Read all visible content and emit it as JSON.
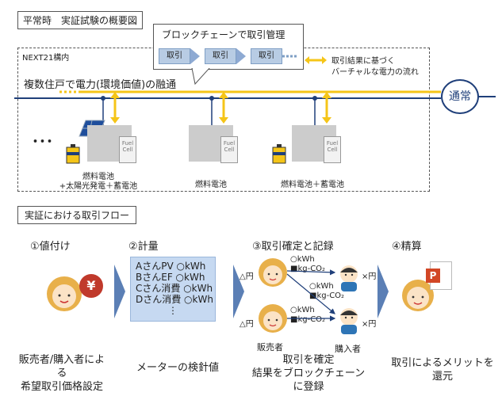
{
  "header": {
    "title": "平常時　実証試験の概要図"
  },
  "blockchain": {
    "title": "ブロックチェーンで取引管理",
    "blocks": [
      "取引",
      "取引",
      "取引"
    ]
  },
  "site": {
    "label": "NEXT21構内",
    "exchange_label": "複数住戸で電力(環境価値)の融通",
    "legend_line1": "取引結果に基づく",
    "legend_line2": "バーチャルな電力の流れ",
    "grid_label": "通常",
    "dots": "･･･",
    "houses": [
      {
        "fc_label": "Fuel Cell",
        "caption_line1": "燃料電池",
        "caption_line2": "+太陽光発電＋蓄電池"
      },
      {
        "fc_label": "Fuel Cell",
        "caption_line1": "燃料電池",
        "caption_line2": ""
      },
      {
        "fc_label": "Fuel Cell",
        "caption_line1": "燃料電池＋蓄電池",
        "caption_line2": ""
      }
    ]
  },
  "flow": {
    "title": "実証における取引フロー",
    "yen_symbol": "¥",
    "pptx_letter": "P",
    "steps": [
      {
        "title": "①値付け",
        "desc_line1": "販売者/購入者による",
        "desc_line2": "希望取引価格設定",
        "desc_line3": ""
      },
      {
        "title": "②計量",
        "desc_line1": "メーターの検針値",
        "desc_line2": "",
        "desc_line3": ""
      },
      {
        "title": "③取引確定と記録",
        "desc_line1": "取引を確定",
        "desc_line2": "結果をブロックチェーン",
        "desc_line3": "に登録"
      },
      {
        "title": "④精算",
        "desc_line1": "取引によるメリットを",
        "desc_line2": "還元",
        "desc_line3": ""
      }
    ],
    "meter_lines": [
      "AさんPV ○kWh",
      "BさんEF ○kWh",
      "Cさん消費 ○kWh",
      "Dさん消費 ○kWh",
      "⋮"
    ],
    "trade": {
      "seller_price": "△円",
      "buyer_price": "×円",
      "kwh": "○kWh",
      "co2": "■kg-CO₂",
      "seller_label": "販売者",
      "buyer_label": "購入者"
    }
  },
  "colors": {
    "power_line": "#f5c518",
    "grid_line": "#1f3f7a",
    "block_pill": "#b8cce4",
    "arrow": "#5b7fb5"
  }
}
